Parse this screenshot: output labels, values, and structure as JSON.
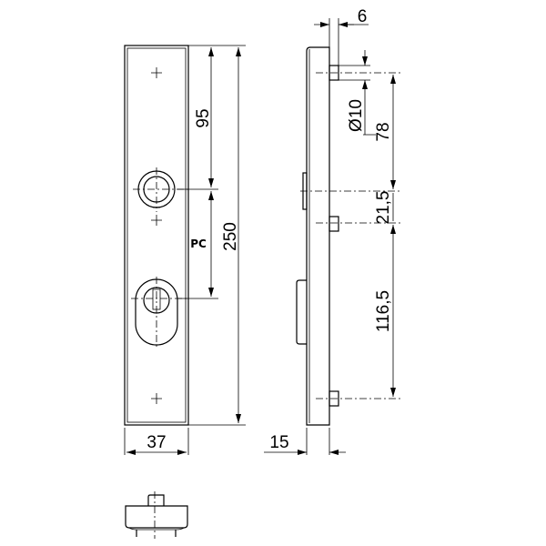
{
  "front_view": {
    "width_label": "37",
    "height_label": "250",
    "top_to_handle_label": "95",
    "pc_label": "PC"
  },
  "side_view": {
    "pin_length_label": "6",
    "pin_diameter_label": "Ø10",
    "pin_to_handle_label": "78",
    "handle_to_pin_label": "21,5",
    "pin_to_pin_label": "116,5",
    "thickness_label": "15"
  },
  "colors": {
    "line": "#000000",
    "background": "#ffffff"
  }
}
